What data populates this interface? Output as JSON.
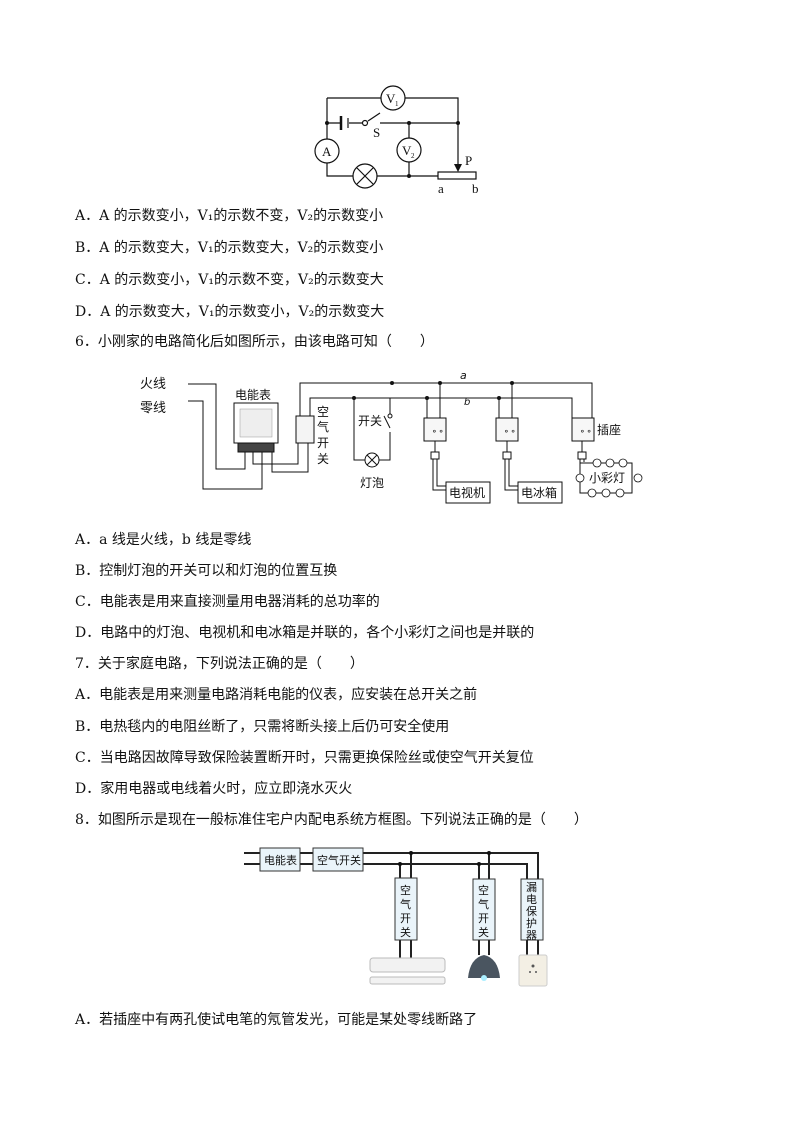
{
  "circuit1": {
    "v1": "V",
    "v1_sub": "1",
    "v2": "V",
    "v2_sub": "2",
    "ammeter": "A",
    "switch": "S",
    "slider": "P",
    "end_a": "a",
    "end_b": "b"
  },
  "q5_options": [
    "A．A 的示数变小，V₁的示数不变，V₂的示数变小",
    "B．A 的示数变大，V₁的示数变大，V₂的示数变小",
    "C．A 的示数变小，V₁的示数不变，V₂的示数变大",
    "D．A 的示数变大，V₁的示数变小，V₂的示数变大"
  ],
  "q6": {
    "stem": "6．小刚家的电路简化后如图所示，由该电路可知（　　）",
    "diagram": {
      "live": "火线",
      "neutral": "零线",
      "meter": "电能表",
      "air_switch": [
        "空",
        "气",
        "开",
        "关"
      ],
      "wire_a": "a",
      "wire_b": "b",
      "switch": "开关",
      "bulb": "灯泡",
      "tv": "电视机",
      "fridge": "电冰箱",
      "socket": "插座",
      "lights": "小彩灯"
    },
    "options": [
      "A．a 线是火线，b 线是零线",
      "B．控制灯泡的开关可以和灯泡的位置互换",
      "C．电能表是用来直接测量用电器消耗的总功率的",
      "D．电路中的灯泡、电视机和电冰箱是并联的，各个小彩灯之间也是并联的"
    ]
  },
  "q7": {
    "stem": "7．关于家庭电路，下列说法正确的是（　　）",
    "options": [
      "A．电能表是用来测量电路消耗电能的仪表，应安装在总开关之前",
      "B．电热毯内的电阻丝断了，只需将断头接上后仍可安全使用",
      "C．当电路因故障导致保险装置断开时，只需更换保险丝或使空气开关复位",
      "D．家用电器或电线着火时，应立即浇水灭火"
    ]
  },
  "q8": {
    "stem": "8．如图所示是现在一般标准住宅户内配电系统方框图。下列说法正确的是（　　）",
    "diagram": {
      "meter": "电能表",
      "main_switch": "空气开关",
      "branch1": [
        "空",
        "气",
        "开",
        "关"
      ],
      "branch2": [
        "空",
        "气",
        "开",
        "关"
      ],
      "branch3": [
        "漏",
        "电",
        "保",
        "护",
        "器"
      ]
    },
    "options": [
      "A．若插座中有两孔使试电笔的氖管发光，可能是某处零线断路了"
    ]
  }
}
